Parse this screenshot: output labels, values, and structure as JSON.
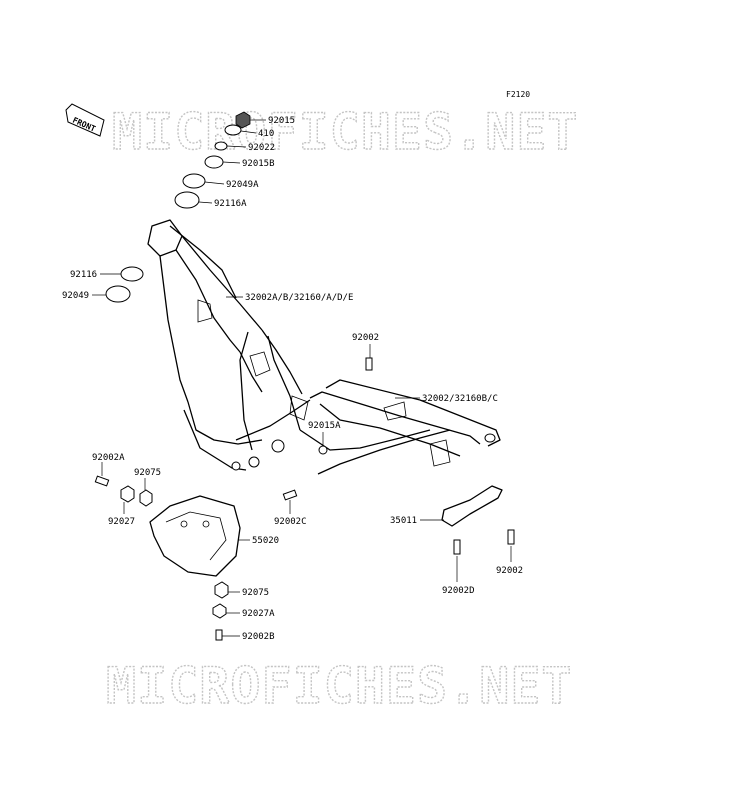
{
  "figure_code": "F2120",
  "front_marker": "FRONT",
  "watermark": "MICROFICHES.NET",
  "parts": [
    {
      "id": "p92015",
      "label": "92015"
    },
    {
      "id": "p410",
      "label": "410"
    },
    {
      "id": "p92022",
      "label": "92022"
    },
    {
      "id": "p92015b",
      "label": "92015B"
    },
    {
      "id": "p92049a",
      "label": "92049A"
    },
    {
      "id": "p92116a",
      "label": "92116A"
    },
    {
      "id": "p92116",
      "label": "92116"
    },
    {
      "id": "p92049",
      "label": "92049"
    },
    {
      "id": "p32002a",
      "label": "32002A/B/32160/A/D/E"
    },
    {
      "id": "p92002top",
      "label": "92002"
    },
    {
      "id": "p32002",
      "label": "32002/32160B/C"
    },
    {
      "id": "p92015a",
      "label": "92015A"
    },
    {
      "id": "p92002a",
      "label": "92002A"
    },
    {
      "id": "p92075top",
      "label": "92075"
    },
    {
      "id": "p92027",
      "label": "92027"
    },
    {
      "id": "p92002c",
      "label": "92002C"
    },
    {
      "id": "p35011",
      "label": "35011"
    },
    {
      "id": "p55020",
      "label": "55020"
    },
    {
      "id": "p92002right",
      "label": "92002"
    },
    {
      "id": "p92002d",
      "label": "92002D"
    },
    {
      "id": "p92075bot",
      "label": "92075"
    },
    {
      "id": "p92027a",
      "label": "92027A"
    },
    {
      "id": "p92002b",
      "label": "92002B"
    }
  ]
}
